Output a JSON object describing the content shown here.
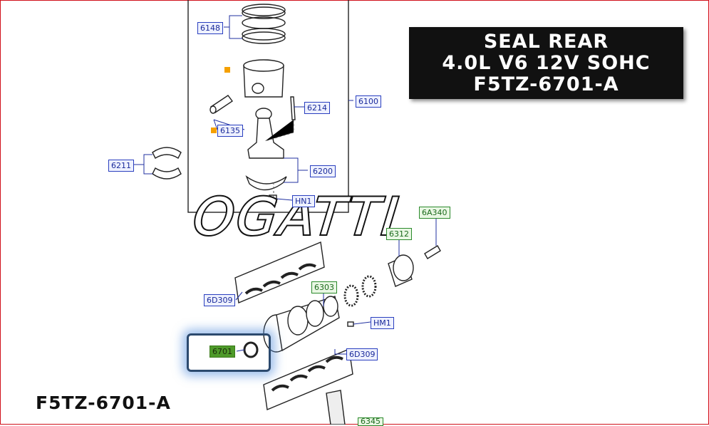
{
  "banner": {
    "line1": "SEAL REAR",
    "line2": "4.0L V6 12V SOHC",
    "line3": "F5TZ-6701-A"
  },
  "watermark": "OGATTI",
  "part_number": "F5TZ-6701-A",
  "callouts": {
    "c6148": "6148",
    "c6214": "6214",
    "c6100": "6100",
    "c6135": "6135",
    "c6211": "6211",
    "c6200": "6200",
    "cHN1": "HN1",
    "c6A340": "6A340",
    "c6312": "6312",
    "c6303": "6303",
    "c6D309a": "6D309",
    "cHM1": "HM1",
    "c6701": "6701",
    "c6D309b": "6D309",
    "c6345": "6345"
  },
  "colors": {
    "callout_border": "#2a3fbf",
    "callout_green_border": "#2b8a2b",
    "highlight_fill": "#4e9a2a",
    "frame": "#d0101a",
    "marker": "#f5a000"
  }
}
